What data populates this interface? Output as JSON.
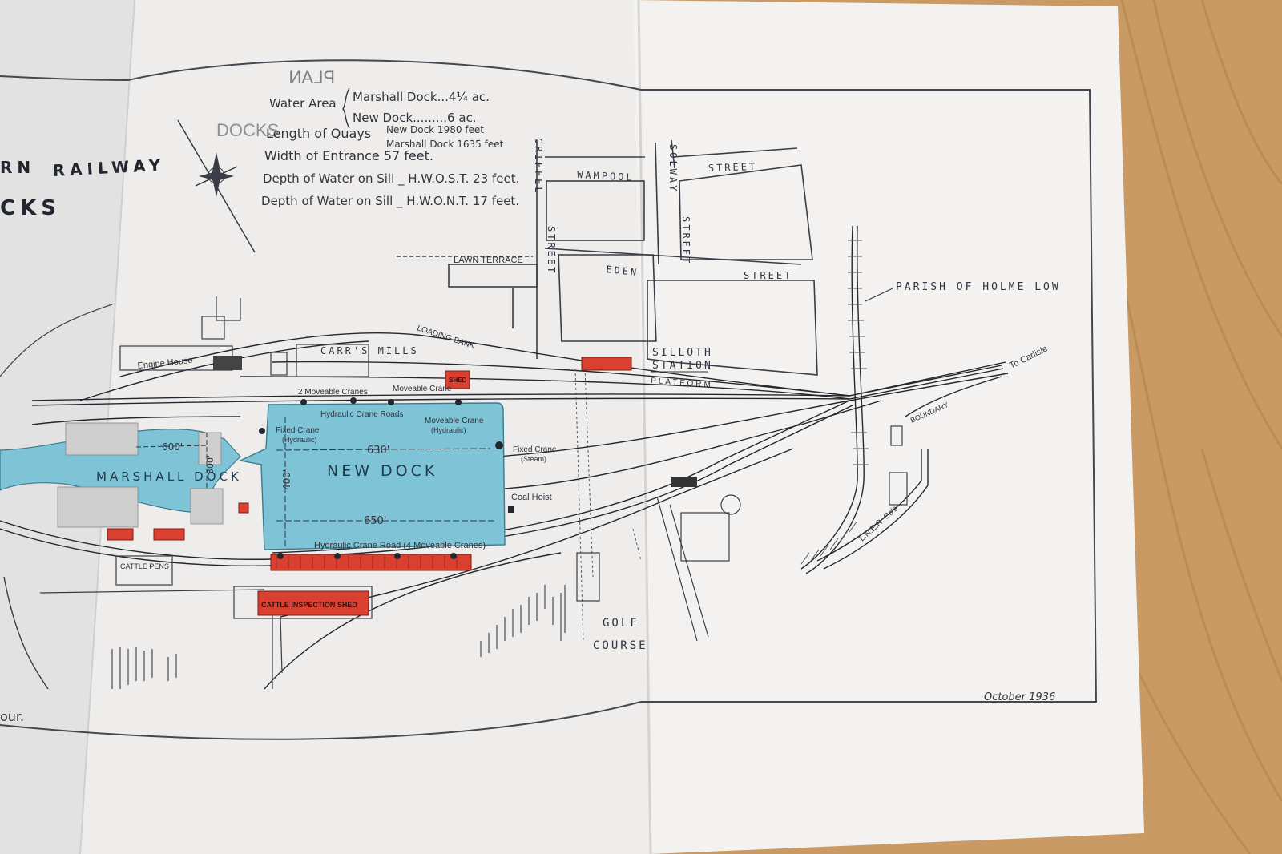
{
  "map": {
    "title_fragment_1": "RN",
    "title_fragment_2": "RAILWAY",
    "title_fragment_3": "CKS",
    "plan_label": "PLAN",
    "docks_label": "DOCKS",
    "legend": {
      "water_area": "Water Area",
      "marshall_dock_area": "Marshall Dock...4¼ ac.",
      "new_dock_area": "New Dock.........6 ac.",
      "length_of_quays": "Length of Quays",
      "new_dock_quay": "New Dock 1980 feet",
      "marshall_dock_quay": "Marshall Dock 1635 feet",
      "width_of_entrance": "Width of Entrance 57 feet.",
      "depth_hwost": "Depth of Water on Sill _ H.W.O.S.T. 23 feet.",
      "depth_hwont": "Depth of Water on Sill _ H.W.O.N.T. 17 feet."
    },
    "streets": {
      "criffel": "CRIFFEL",
      "criffel_street": "STREET",
      "solway": "SOLWAY",
      "solway_street": "STREET",
      "wampool": "WAMPOOL",
      "wampool_street": "STREET",
      "eden": "EDEN",
      "eden_street": "STREET",
      "lawn_terrace": "LAWN TERRACE",
      "loading_bank": "LOADING BANK"
    },
    "places": {
      "parish": "PARISH OF HOLME LOW",
      "station_1": "SILLOTH",
      "station_2": "STATION",
      "platform": "PLATFORM",
      "carrs_mills": "CARR'S MILLS",
      "engine_house": "Engine House",
      "to_carlisle": "To Carlisle",
      "boundary": "BOUNDARY",
      "golf": "GOLF",
      "course": "COURSE",
      "marshall_dock": "MARSHALL DOCK",
      "new_dock": "NEW DOCK",
      "cattle_pens": "CATTLE PENS",
      "cattle_shed": "CATTLE INSPECTION SHED",
      "shed": "SHED",
      "ner": "L.N.E.R.",
      "ner_co": "L.N.E.R. Co's",
      "harbour": "our."
    },
    "cranes": {
      "two_moveable": "2 Moveable Cranes",
      "moveable_crane_top": "Moveable Crane",
      "hydraulic_crane_roads": "Hydraulic Crane Roads",
      "moveable_hydraulic_1": "Moveable Crane",
      "moveable_hydraulic_2": "(Hydraulic)",
      "fixed_hydraulic_1": "Fixed Crane",
      "fixed_hydraulic_2": "(Hydraulic)",
      "fixed_steam_1": "Fixed Crane",
      "fixed_steam_2": "(Steam)",
      "coal_hoist": "Coal Hoist",
      "crane_road": "Hydraulic Crane Road (4 Moveable Cranes)"
    },
    "dimensions": {
      "d600": "600'",
      "d630": "630'",
      "d650": "650'",
      "d400": "400'",
      "d300": "300'"
    },
    "date": "October 1936",
    "colors": {
      "water": "#7fc3d6",
      "buildings_red": "#d94030",
      "paper": "#f1f0ee",
      "ink": "#2f3440"
    }
  }
}
